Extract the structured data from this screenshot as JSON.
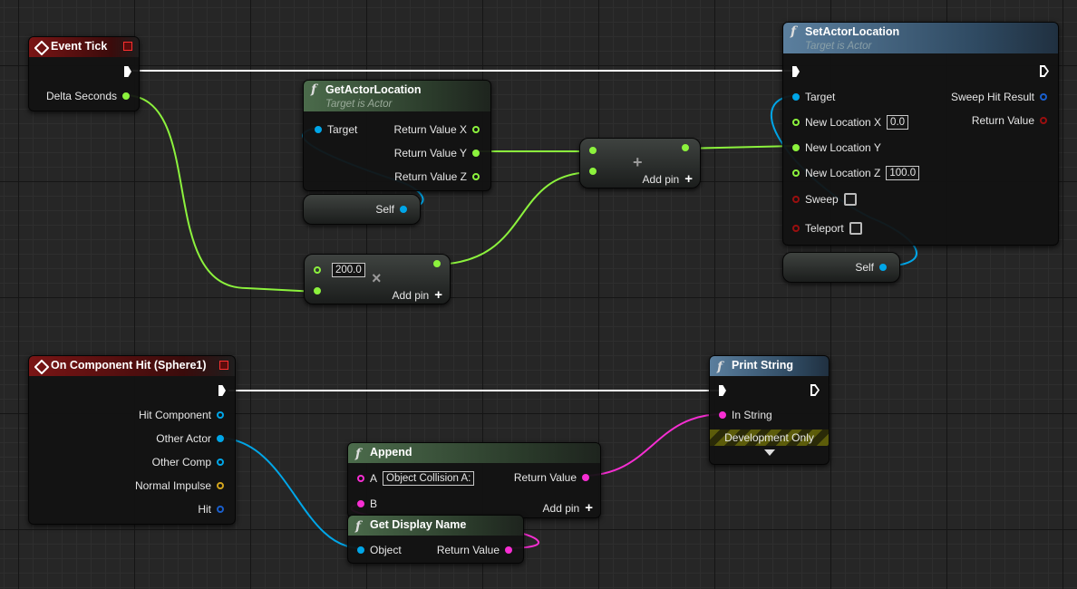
{
  "nodes": {
    "event_tick": {
      "title": "Event Tick",
      "delta_seconds": "Delta Seconds"
    },
    "get_actor_location": {
      "title": "GetActorLocation",
      "subtitle": "Target is Actor",
      "target": "Target",
      "return_x": "Return Value X",
      "return_y": "Return Value Y",
      "return_z": "Return Value Z"
    },
    "self_1": {
      "label": "Self"
    },
    "self_2": {
      "label": "Self"
    },
    "multiply": {
      "value": "200.0",
      "add_pin": "Add pin"
    },
    "add": {
      "add_pin": "Add pin"
    },
    "set_actor_location": {
      "title": "SetActorLocation",
      "subtitle": "Target is Actor",
      "target": "Target",
      "new_x": "New Location X",
      "new_x_value": "0.0",
      "new_y": "New Location Y",
      "new_z": "New Location Z",
      "new_z_value": "100.0",
      "sweep": "Sweep",
      "teleport": "Teleport",
      "sweep_hit_result": "Sweep Hit Result",
      "return_value": "Return Value"
    },
    "on_component_hit": {
      "title": "On Component Hit (Sphere1)",
      "hit_component": "Hit Component",
      "other_actor": "Other Actor",
      "other_comp": "Other Comp",
      "normal_impulse": "Normal Impulse",
      "hit": "Hit"
    },
    "print_string": {
      "title": "Print String",
      "in_string": "In String",
      "development_only": "Development Only"
    },
    "append": {
      "title": "Append",
      "a": "A",
      "a_value": "Object Collision A:",
      "b": "B",
      "return_value": "Return Value",
      "add_pin": "Add pin"
    },
    "get_display_name": {
      "title": "Get Display Name",
      "object": "Object",
      "return_value": "Return Value"
    }
  },
  "colors": {
    "exec": "#ffffff",
    "float": "#8cf23d",
    "object": "#00a6e8",
    "string": "#f62ed2",
    "bool": "#9a0f0f",
    "vector": "#d3a51e",
    "struct": "#1a5fcc",
    "event_header": "#7a1515",
    "pure_function_header": "#4b6b4b",
    "function_header": "#5b7f9e"
  }
}
